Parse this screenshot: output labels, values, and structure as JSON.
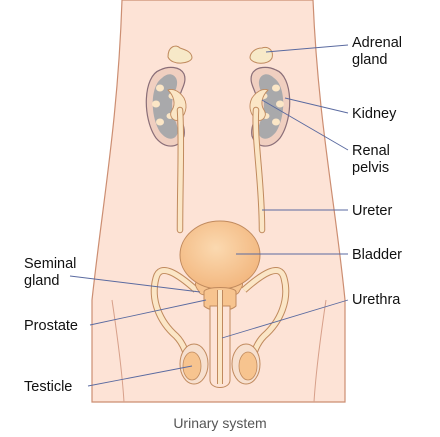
{
  "labels": {
    "adrenal_gland": [
      "Adrenal",
      "gland"
    ],
    "kidney": "Kidney",
    "renal_pelvis": [
      "Renal",
      "pelvis"
    ],
    "ureter": "Ureter",
    "bladder": "Bladder",
    "seminal_gland": [
      "Seminal",
      "gland"
    ],
    "urethra": "Urethra",
    "prostate": "Prostate",
    "testicle": "Testicle"
  },
  "caption": "Urinary system",
  "colors": {
    "skin": "#fde3d6",
    "skin_outline": "#cc8e72",
    "organ": "#fbe6c6",
    "organ_outline": "#c08a5e",
    "bladder": "#f7c48f",
    "kidney_interior": "#a9a9ab",
    "leader": "#5a6aa0"
  }
}
